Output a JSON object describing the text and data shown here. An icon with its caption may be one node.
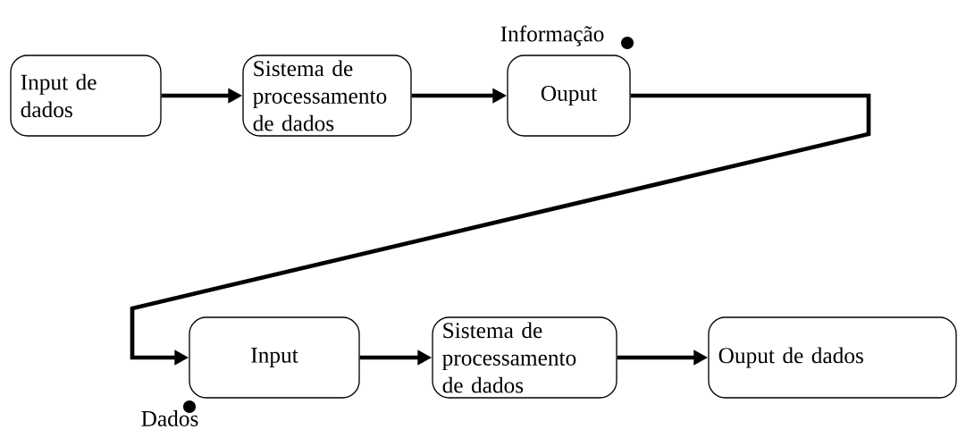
{
  "diagram": {
    "nodes": [
      {
        "text": [
          "Input de dados"
        ]
      },
      {
        "text": [
          "Sistema de processamento de dados"
        ]
      },
      {
        "text": [
          "Ouput"
        ],
        "beside": [
          "Informação"
        ]
      },
      {
        "text": [
          "Input"
        ],
        "beside": [
          "Dados"
        ]
      },
      {
        "text": [
          "Sistema de processamento de dados"
        ]
      },
      {
        "text": [
          "Ouput de dados"
        ]
      }
    ],
    "edges": [
      {
        "from": 0,
        "to": 1,
        "arrow": "to"
      },
      {
        "from": 1,
        "to": 2,
        "arrow": "to"
      },
      {
        "from": 2,
        "to": 3,
        "arrow": "to"
      },
      {
        "from": 3,
        "to": 4,
        "arrow": "to"
      },
      {
        "from": 4,
        "to": 5,
        "arrow": "to"
      }
    ]
  }
}
